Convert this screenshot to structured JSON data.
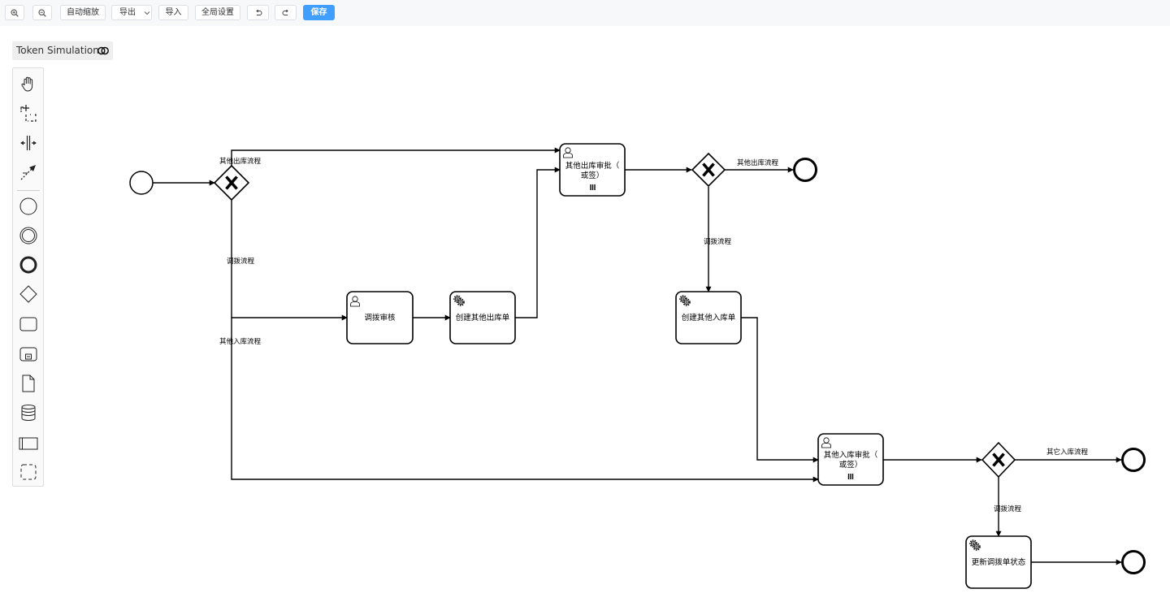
{
  "toolbar": {
    "zoom_in_icon": "zoom-in-icon",
    "zoom_out_icon": "zoom-out-icon",
    "auto_fit": "自动缩放",
    "export": "导出",
    "import": "导入",
    "global_settings": "全局设置",
    "undo_icon": "undo-icon",
    "redo_icon": "redo-icon",
    "save": "保存",
    "primary_color": "#409eff"
  },
  "token_simulation": {
    "label": "Token Simulation",
    "icon": "toggle-icon"
  },
  "palette": {
    "items": [
      "hand-tool-icon",
      "lasso-tool-icon",
      "space-tool-icon",
      "connect-tool-icon",
      "start-event-icon",
      "intermediate-event-icon",
      "end-event-icon",
      "gateway-icon",
      "task-icon",
      "subprocess-icon",
      "data-object-icon",
      "data-store-icon",
      "pool-icon",
      "group-icon"
    ]
  },
  "diagram": {
    "tasks": {
      "transfer_review": "调拨审核",
      "create_other_out": "创建其他出库单",
      "other_out_approve_1": "其他出库审批（",
      "other_out_approve_2": "或签）",
      "create_other_in": "创建其他入库单",
      "other_in_approve_1": "其他入库审批（",
      "other_in_approve_2": "或签）",
      "update_transfer_status": "更新调拨单状态"
    },
    "flows": {
      "gw1_top": "其他出库流程",
      "gw1_mid": "调拨流程",
      "gw1_bottom": "其他入库流程",
      "gw2_right": "其他出库流程",
      "gw2_down": "调拨流程",
      "gw3_right": "其它入库流程",
      "gw3_down": "调拨流程"
    }
  }
}
